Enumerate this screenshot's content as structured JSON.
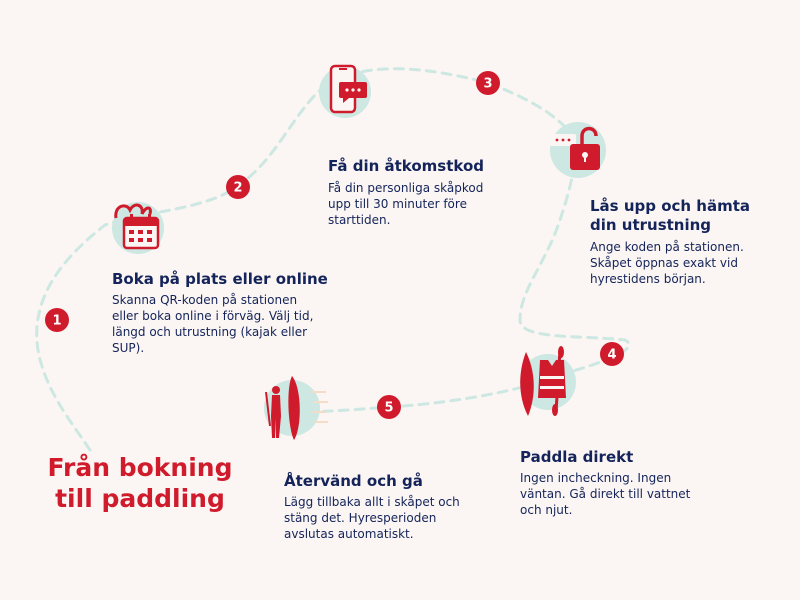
{
  "title": {
    "line1": "Från bokning",
    "line2": "till paddling"
  },
  "steps": [
    {
      "number": "1",
      "title": "Boka på plats eller online",
      "description": "Skanna QR-koden på stationen eller boka online i förväg. Välj tid, längd och utrustning (kajak eller SUP).",
      "icon": "calendar-icon"
    },
    {
      "number": "2",
      "title": "Få din åtkomstkod",
      "description": "Få din personliga skåpkod upp till 30 minuter före starttiden.",
      "icon": "phone-message-icon"
    },
    {
      "number": "3",
      "title": "Lås upp och hämta din utrustning",
      "description": "Ange koden på stationen. Skåpet öppnas exakt vid hyrestidens början.",
      "icon": "padlock-icon"
    },
    {
      "number": "4",
      "title": "Paddla direkt",
      "description": "Ingen incheckning. Ingen väntan. Gå direkt till vattnet och njut.",
      "icon": "kayak-lifejacket-icon"
    },
    {
      "number": "5",
      "title": "Återvänd och gå",
      "description": "Lägg tillbaka allt i skåpet och stäng det. Hyresperioden avslutas automatiskt.",
      "icon": "sup-paddler-icon"
    }
  ],
  "colors": {
    "accent": "#cf1b2c",
    "text": "#14245a",
    "path": "#cde7e2",
    "icon_bg": "#cde7e2",
    "background": "#fbf6f3"
  }
}
